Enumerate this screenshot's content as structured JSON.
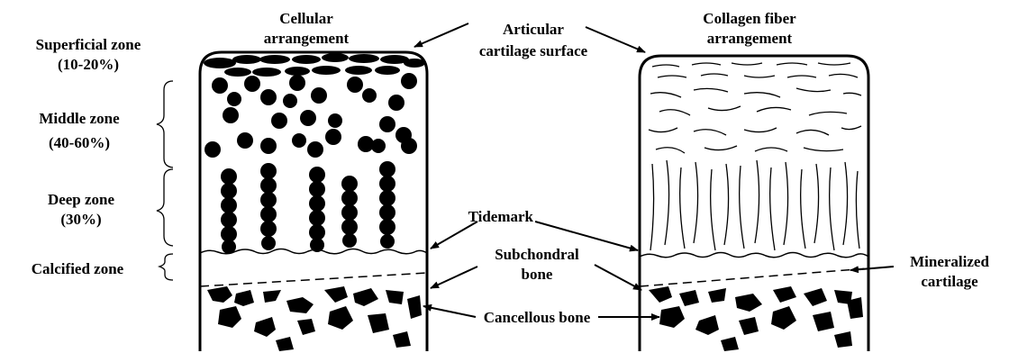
{
  "title_left_1": "Cellular",
  "title_left_2": "arrangement",
  "title_right_1": "Collagen fiber",
  "title_right_2": "arrangement",
  "zones": {
    "superficial_1": "Superficial zone",
    "superficial_2": "(10-20%)",
    "middle_1": "Middle zone",
    "middle_2": "(40-60%)",
    "deep_1": "Deep zone",
    "deep_2": "(30%)",
    "calcified": "Calcified zone"
  },
  "annotations": {
    "surface_1": "Articular",
    "surface_2": "cartilage surface",
    "tidemark": "Tidemark",
    "subchondral_1": "Subchondral",
    "subchondral_2": "bone",
    "cancellous": "Cancellous bone",
    "mineralized_1": "Mineralized",
    "mineralized_2": "cartilage"
  },
  "colors": {
    "ink": "#000000",
    "background": "#ffffff"
  }
}
